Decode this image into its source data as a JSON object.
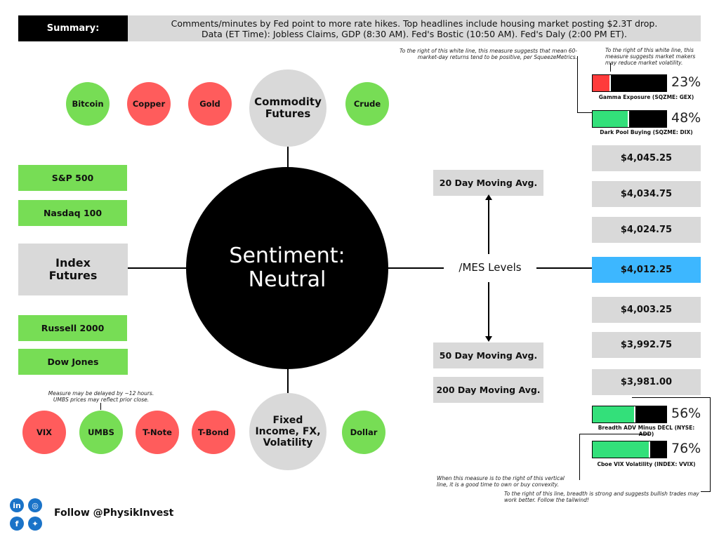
{
  "summary": {
    "label": "Summary:",
    "line1": "Comments/minutes by Fed point to more rate hikes. Top headlines include housing market posting $2.3T drop.",
    "line2": "Data (ET Time): Jobless Claims, GDP (8:30 AM). Fed's Bostic (10:50 AM). Fed's Daly (2:00 PM ET)."
  },
  "center": {
    "line1": "Sentiment:",
    "line2": "Neutral"
  },
  "commodities": {
    "hub_line1": "Commodity",
    "hub_line2": "Futures",
    "items": [
      {
        "label": "Bitcoin",
        "status": "green"
      },
      {
        "label": "Copper",
        "status": "red"
      },
      {
        "label": "Gold",
        "status": "red"
      },
      {
        "label": "Crude",
        "status": "green"
      }
    ]
  },
  "index_futures": {
    "hub_line1": "Index",
    "hub_line2": "Futures",
    "items": [
      {
        "label": "S&P 500",
        "status": "green"
      },
      {
        "label": "Nasdaq 100",
        "status": "green"
      },
      {
        "label": "Russell 2000",
        "status": "green"
      },
      {
        "label": "Dow Jones",
        "status": "green"
      }
    ]
  },
  "fixed_income": {
    "hub_line1": "Fixed",
    "hub_line2": "Income, FX,",
    "hub_line3": "Volatility",
    "note_line1": "Measure may be delayed by ~12 hours.",
    "note_line2": "UMBS prices may reflect prior close.",
    "items": [
      {
        "label": "VIX",
        "status": "red"
      },
      {
        "label": "UMBS",
        "status": "green"
      },
      {
        "label": "T-Note",
        "status": "red"
      },
      {
        "label": "T-Bond",
        "status": "red"
      },
      {
        "label": "Dollar",
        "status": "green"
      }
    ]
  },
  "mes": {
    "label": "/MES Levels",
    "ma20": "20 Day Moving Avg.",
    "ma50": "50 Day Moving Avg.",
    "ma200": "200 Day Moving Avg.",
    "levels": [
      "$4,045.25",
      "$4,034.75",
      "$4,024.75",
      "$4,012.25",
      "$4,003.25",
      "$3,992.75",
      "$3,981.00"
    ],
    "active_level": "$4,012.25"
  },
  "gauges": {
    "gex": {
      "pct": "23%",
      "value": 0.23,
      "label": "Gamma Exposure (SQZME: GEX)",
      "color": "#ff3b3b"
    },
    "dix": {
      "pct": "48%",
      "value": 0.48,
      "label": "Dark Pool Buying (SQZME: DIX)",
      "color": "#33e07a"
    },
    "add": {
      "pct": "56%",
      "value": 0.56,
      "label": "Breadth ADV Minus DECL (NYSE: ADD)",
      "color": "#33e07a"
    },
    "vvix": {
      "pct": "76%",
      "value": 0.76,
      "label": "Cboe VIX Volatility (INDEX: VVIX)",
      "color": "#33e07a"
    }
  },
  "notes": {
    "dix_note": "To the right of this white line, this measure suggests that mean 60-market-day returns tend to be positive, per SqueezeMetrics.",
    "gex_note": "To the right of this white line, this measure suggests market makers may reduce market volatility.",
    "vvix_note": "When this measure is to the right of this vertical line, it is a good time to own or buy convexity.",
    "add_note": "To the right of this line, breadth is strong and suggests bullish trades may work better. Follow the tailwind!"
  },
  "footer": {
    "follow": "Follow @PhysikInvest"
  },
  "social_icons": [
    "linkedin-icon",
    "instagram-icon",
    "facebook-icon",
    "twitter-icon"
  ]
}
